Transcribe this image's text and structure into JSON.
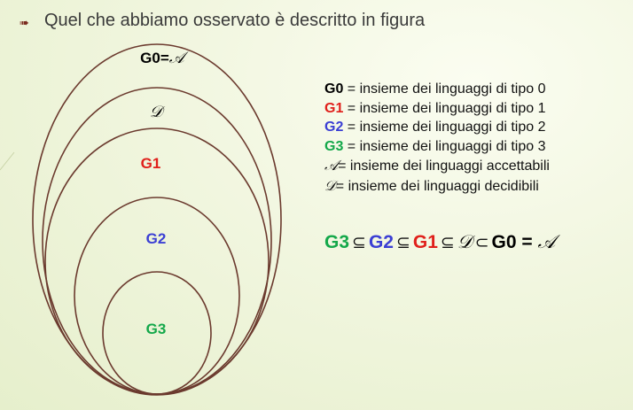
{
  "slide": {
    "heading": "Quel che abbiamo osservato è descritto in figura",
    "bullet_icon": "arrow-bullet-icon"
  },
  "diagram": {
    "labels": {
      "g0": "G0=",
      "g0_script": "𝒜",
      "d": "𝒟",
      "g1": "G1",
      "g2": "G2",
      "g3": "G3"
    },
    "ellipse_color": "#6b3a2e"
  },
  "legend": [
    {
      "symbol": "G0",
      "text": " = insieme dei linguaggi di tipo 0",
      "color": "#000000"
    },
    {
      "symbol": "G1",
      "text": " = insieme dei linguaggi di tipo 1",
      "color": "#e0201b"
    },
    {
      "symbol": "G2",
      "text": " = insieme dei linguaggi di tipo 2",
      "color": "#3b3fd4"
    },
    {
      "symbol": "G3",
      "text": " = insieme dei linguaggi di tipo 3",
      "color": "#14a84a"
    },
    {
      "symbol": "𝒜",
      "text": "= insieme dei linguaggi accettabili",
      "color": "#000000"
    },
    {
      "symbol": "𝒟",
      "text": "= insieme dei linguaggi decidibili",
      "color": "#000000"
    }
  ],
  "relation": {
    "g3": "G3",
    "s1": "⊆",
    "g2": "G2",
    "s2": "⊆",
    "g1": "G1",
    "s3": "⊆",
    "d": "𝒟",
    "s4": "⊂",
    "g0": "G0 =",
    "a": "𝒜"
  },
  "colors": {
    "g0": "#000000",
    "g1": "#e0201b",
    "g2": "#3b3fd4",
    "g3": "#14a84a"
  }
}
